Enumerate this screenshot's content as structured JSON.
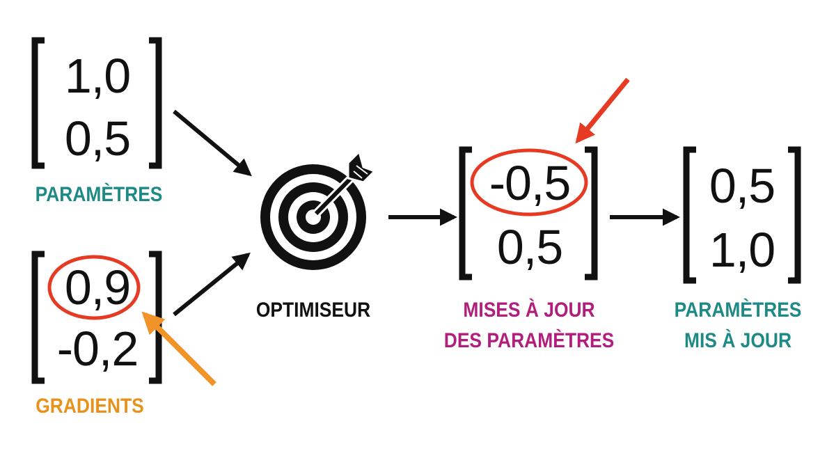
{
  "colors": {
    "teal": "#1e8a86",
    "orange": "#e8921c",
    "magenta": "#b11e7c",
    "red_highlight": "#e63a22",
    "arrow_orange": "#f2932a",
    "ink": "#111111"
  },
  "parameters": {
    "label": "PARAMÈTRES",
    "values": [
      "1,0",
      "0,5"
    ]
  },
  "gradients": {
    "label": "GRADIENTS",
    "values": [
      "0,9",
      "-0,2"
    ]
  },
  "optimizer": {
    "label": "OPTIMISEUR",
    "icon": "target-with-arrow-icon"
  },
  "updates": {
    "label_line1": "MISES À JOUR",
    "label_line2": "DES PARAMÈTRES",
    "values": [
      "-0,5",
      "0,5"
    ]
  },
  "updated_parameters": {
    "label_line1": "PARAMÈTRES",
    "label_line2": "MIS À JOUR",
    "values": [
      "0,5",
      "1,0"
    ]
  }
}
